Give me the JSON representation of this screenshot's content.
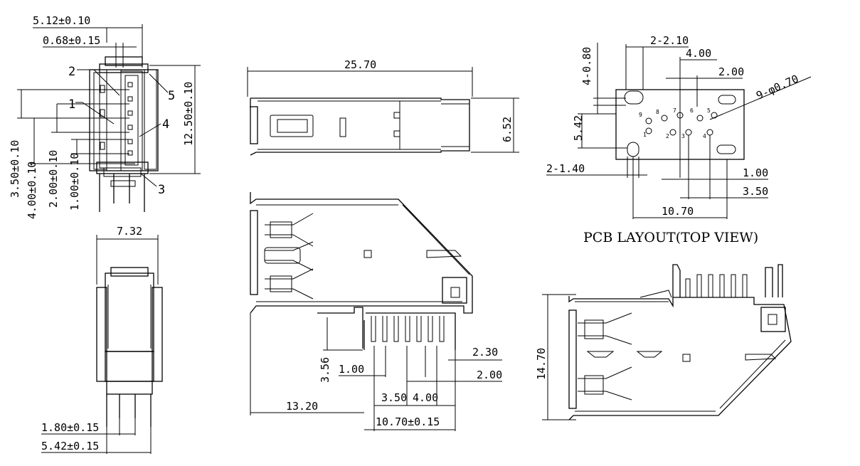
{
  "side_view": {
    "dim_total_width": "5.12±0.10",
    "dim_offset": "0.68±0.15",
    "dim_h_3_50": "3.50±0.10",
    "dim_h_4_00": "4.00±0.10",
    "dim_h_2_00": "2.00±0.10",
    "dim_h_1_00": "1.00±0.10",
    "dim_height": "12.50±0.10",
    "callouts": [
      "1",
      "2",
      "3",
      "4",
      "5"
    ]
  },
  "top_view": {
    "dim_length": "25.70",
    "dim_height": "6.52"
  },
  "front_view": {
    "dim_width": "7.32",
    "dim_pin_spacing": "1.80±0.15",
    "dim_overall": "5.42±0.15"
  },
  "main_view": {
    "dim_pin_len": "3.56",
    "dim_1_00": "1.00",
    "dim_2_30": "2.30",
    "dim_2_00": "2.00",
    "dim_3_50": "3.50",
    "dim_4_00": "4.00",
    "dim_13_20": "13.20",
    "dim_10_70": "10.70±0.15"
  },
  "pcb_layout": {
    "title": "PCB LAYOUT(TOP VIEW)",
    "dim_2_2_10": "2-2.10",
    "dim_4_0_80": "4-0.80",
    "dim_4_00": "4.00",
    "dim_2_00": "2.00",
    "dim_9_holes": "9-φ0.70",
    "dim_5_42": "5.42",
    "dim_2_1_40": "2-1.40",
    "dim_1_00": "1.00",
    "dim_3_50": "3.50",
    "dim_10_70": "10.70",
    "pin_labels": [
      "1",
      "2",
      "3",
      "4",
      "5",
      "6",
      "7",
      "8",
      "9"
    ]
  },
  "bottom_right_view": {
    "dim_height": "14.70"
  }
}
